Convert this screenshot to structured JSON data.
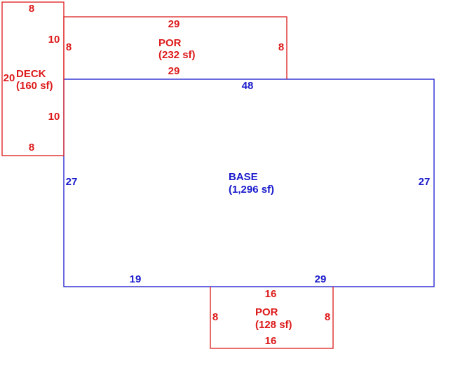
{
  "colors": {
    "base": "#1a1acc",
    "addon": "#dd1a1a",
    "background": "#ffffff"
  },
  "areas": {
    "base": {
      "name": "BASE",
      "area": "(1,296 sf)",
      "dims": {
        "top": "48",
        "left": "27",
        "right": "27",
        "bottom_left": "19",
        "bottom_right": "29"
      }
    },
    "porch_top": {
      "name": "POR",
      "area": "(232 sf)",
      "dims": {
        "top": "29",
        "bottom": "29",
        "left": "8",
        "right": "8"
      }
    },
    "deck": {
      "name": "DECK",
      "area": "(160 sf)",
      "dims": {
        "top": "8",
        "bottom": "8",
        "left": "20",
        "right_upper": "10",
        "right_lower": "10"
      }
    },
    "porch_bottom": {
      "name": "POR",
      "area": "(128 sf)",
      "dims": {
        "top": "16",
        "bottom": "16",
        "left": "8",
        "right": "8"
      }
    }
  }
}
